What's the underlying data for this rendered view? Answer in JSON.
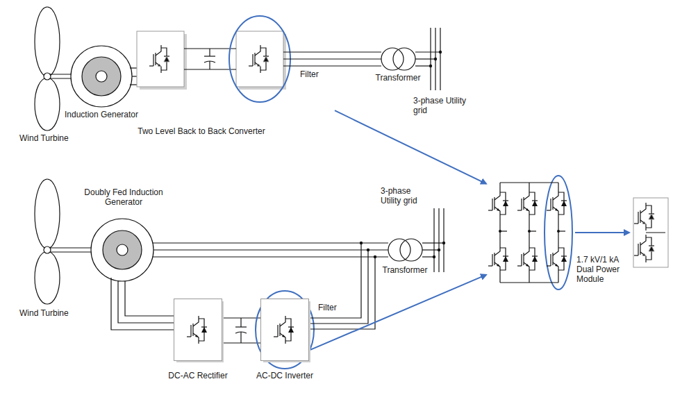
{
  "diagram": {
    "nodes": [
      {
        "text": [
          "Two Level Back to Back Converter"
        ]
      },
      {
        "text": [
          "DC-AC Rectifier"
        ]
      },
      {
        "text": [
          "AC-DC Inverter"
        ]
      },
      {
        "text": [
          "1.7 kV/1 kA Dual Power Module"
        ]
      }
    ],
    "edges": [
      {
        "from": 0,
        "to": 3,
        "arrow": "to"
      },
      {
        "from": 2,
        "to": 3,
        "arrow": "to"
      }
    ],
    "labels": [
      "Wind Turbine",
      "Induction Generator",
      "Filter",
      "Transformer",
      "3-phase Utility grid",
      "Doubly Fed Induction Generator",
      "3-phase Utility grid",
      "Transformer",
      "Wind Turbine",
      "Filter"
    ]
  }
}
